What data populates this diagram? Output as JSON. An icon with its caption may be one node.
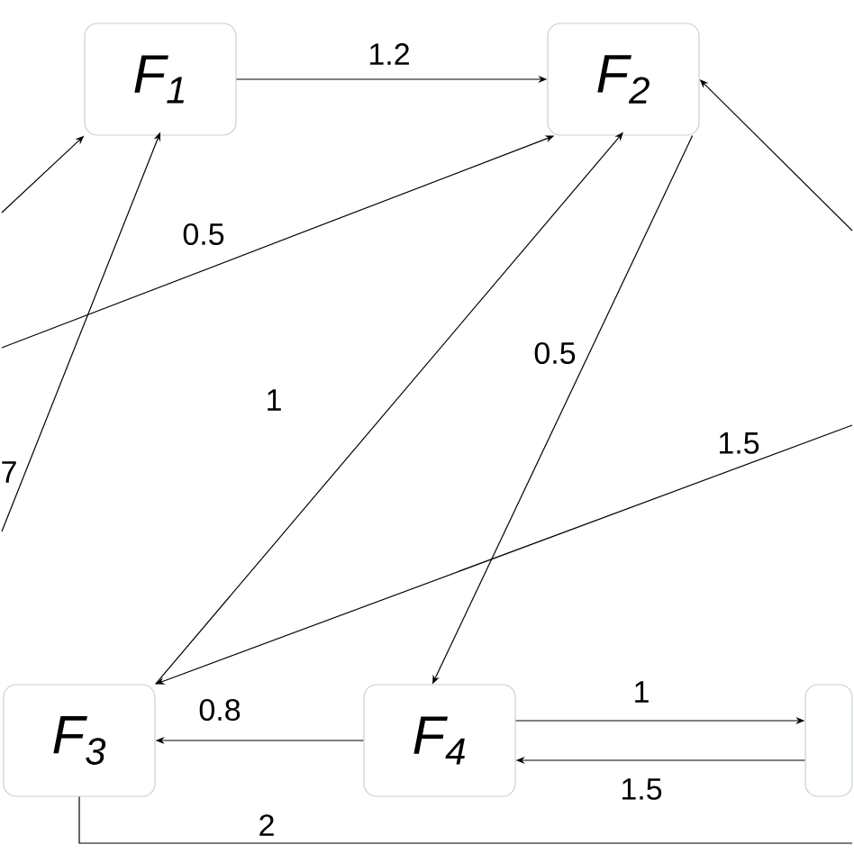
{
  "diagram": {
    "nodes": [
      {
        "text": [
          "F$_{1}$"
        ]
      },
      {
        "text": [
          "F$_{2}$"
        ]
      },
      {
        "text": [
          "F$_{3}$"
        ]
      },
      {
        "text": [
          "F$_{4}$"
        ]
      },
      {
        "text": [],
        "shape": "box"
      }
    ],
    "edges": [
      {
        "from": 0,
        "to": 1,
        "arrow": "to",
        "label": "1.2"
      },
      {
        "from": null,
        "to": 0,
        "arrow": "to"
      },
      {
        "from": null,
        "to": 0,
        "arrow": "to",
        "label": "7"
      },
      {
        "from": null,
        "to": 1,
        "arrow": "to",
        "label": "0.5"
      },
      {
        "from": 2,
        "to": 1,
        "arrow": "to",
        "label": "1"
      },
      {
        "from": 1,
        "to": 3,
        "arrow": "to",
        "label": "0.5"
      },
      {
        "from": null,
        "to": 1,
        "arrow": "to"
      },
      {
        "from": null,
        "to": 2,
        "arrow": "to",
        "label": "1.5"
      },
      {
        "from": 3,
        "to": 2,
        "arrow": "to",
        "label": "0.8"
      },
      {
        "from": 3,
        "to": 4,
        "arrow": "to",
        "label": "1"
      },
      {
        "from": 4,
        "to": 3,
        "arrow": "to",
        "label": "1.5"
      },
      {
        "from": 2,
        "to": null,
        "arrow": "none",
        "label": "2"
      }
    ]
  }
}
